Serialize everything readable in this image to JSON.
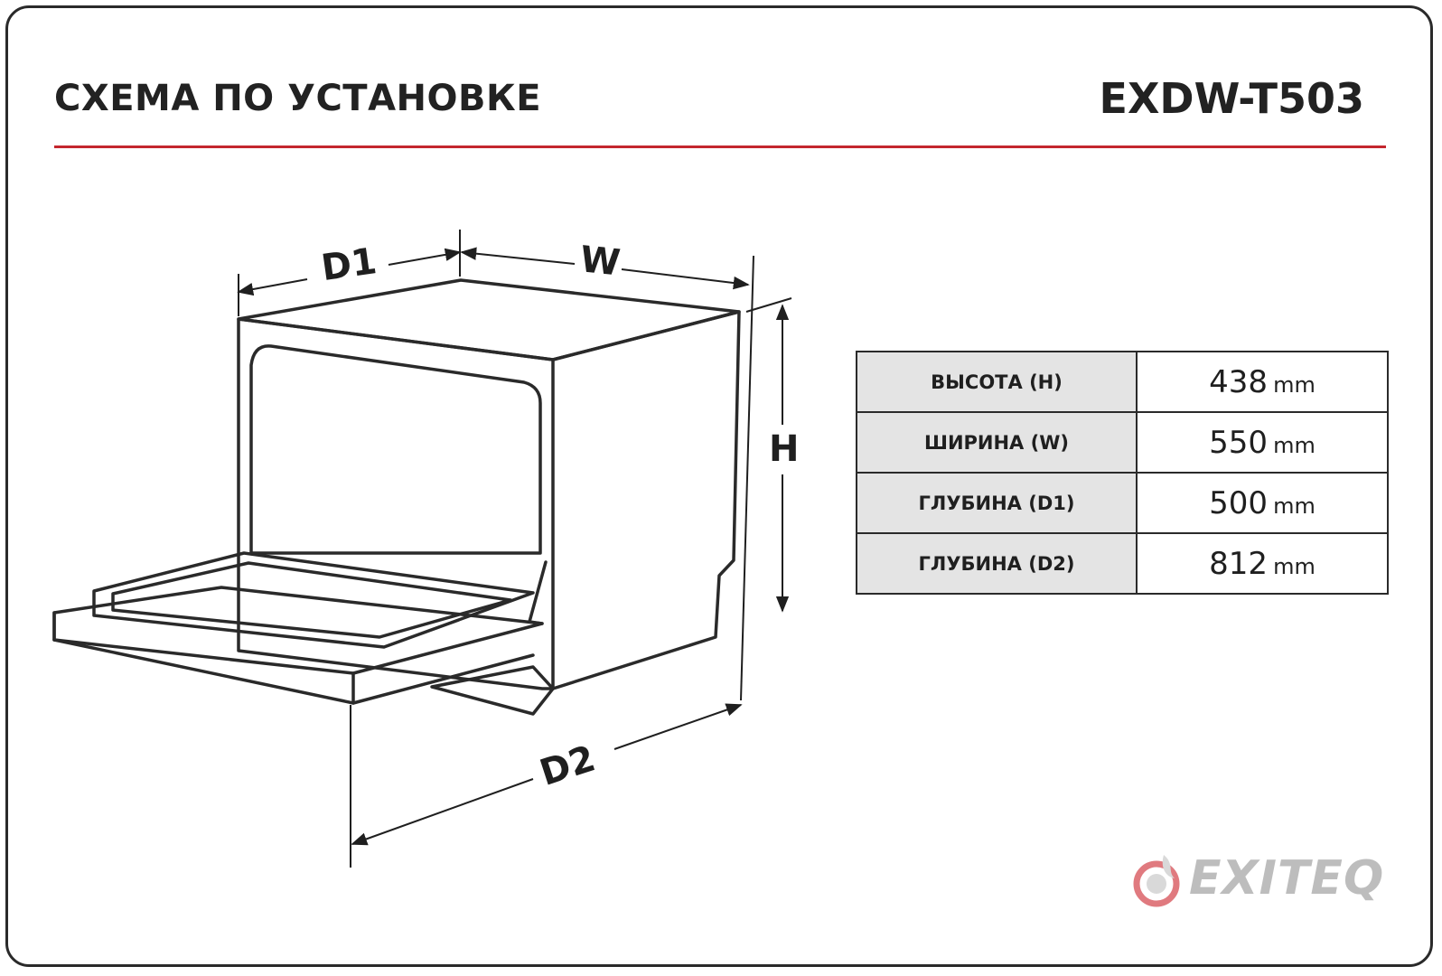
{
  "header": {
    "title": "СХЕМА ПО УСТАНОВКЕ",
    "model": "EXDW-T503"
  },
  "dimensions": {
    "d1": "D1",
    "w": "W",
    "h": "H",
    "d2": "D2"
  },
  "specs": [
    {
      "label": "ВЫСОТА (H)",
      "value": "438",
      "unit": "mm"
    },
    {
      "label": "ШИРИНА (W)",
      "value": "550",
      "unit": "mm"
    },
    {
      "label": "ГЛУБИНА (D1)",
      "value": "500",
      "unit": "mm"
    },
    {
      "label": "ГЛУБИНА (D2)",
      "value": "812",
      "unit": "mm"
    }
  ],
  "logo": {
    "text": "EXITEQ"
  },
  "colors": {
    "accent": "#c4262e",
    "table_label_bg": "#e4e4e4",
    "logo_gray": "#bdbdbd"
  }
}
